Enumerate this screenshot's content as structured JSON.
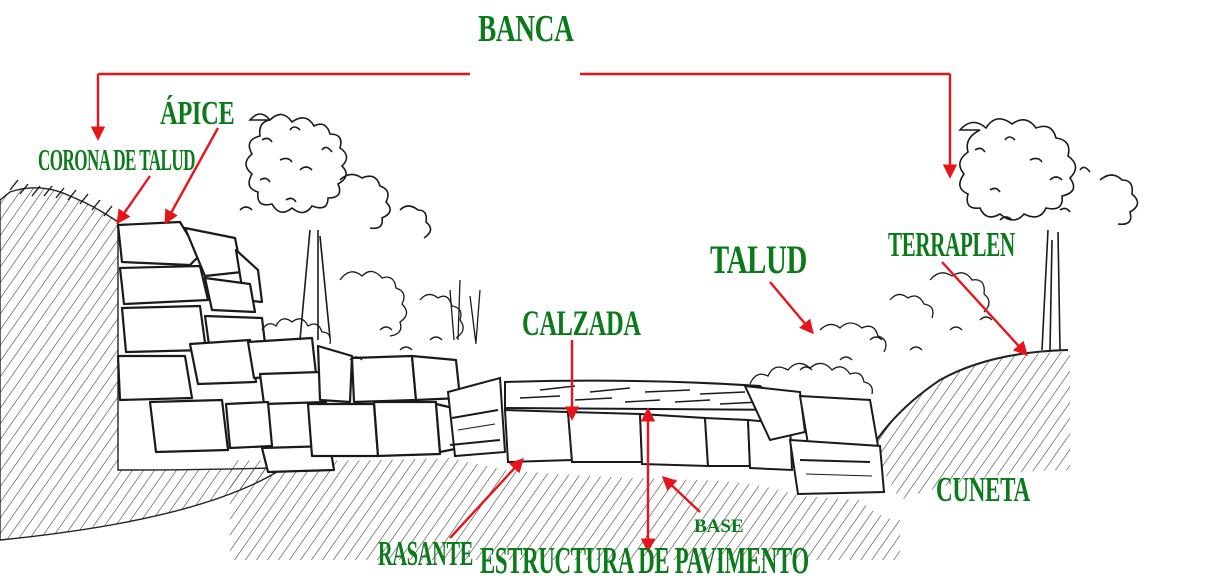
{
  "labels": {
    "banca": "BANCA",
    "apice": "ÁPICE",
    "corona": "CORONA DE TALUD",
    "talud": "TALUD",
    "terraplen": "TERRAPLEN",
    "calzada": "CALZADA",
    "cuneta": "CUNETA",
    "base": "BASE",
    "rasante": "RASANTE",
    "estructura": "ESTRUCTURA DE PAVIMENTO"
  },
  "colors": {
    "label": "#0a7a1a",
    "arrow": "#e8141c",
    "ink": "#1a1a1a"
  }
}
